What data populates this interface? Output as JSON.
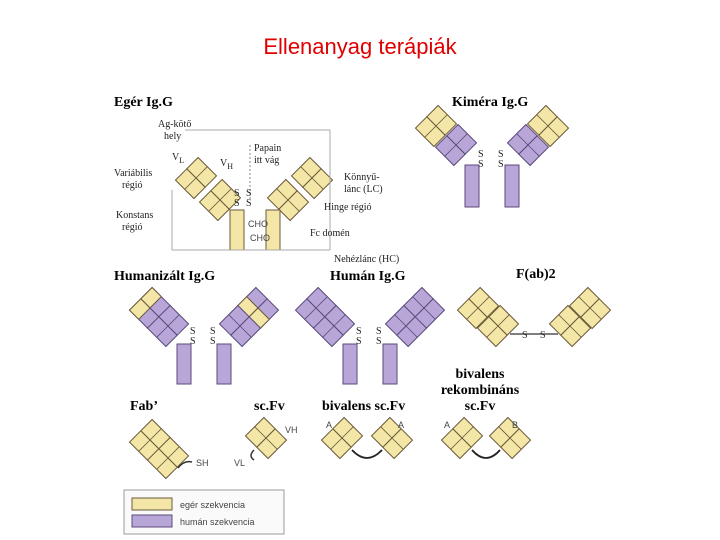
{
  "title": "Ellenanyag terápiák",
  "colors": {
    "mouse": "#f3e6a6",
    "human": "#b8a6d8",
    "stroke": "#6a5a3a",
    "title": "#e00000"
  },
  "sections": {
    "mouse_igg": "Egér Ig.G",
    "chimeric_igg": "Kiméra Ig.G",
    "humanized_igg": "Humanizált Ig.G",
    "human_igg": "Humán Ig.G",
    "fab2": "F(ab)2",
    "fab": "Fab’",
    "scfv": "sc.Fv",
    "bivalent_scfv": "bivalens sc.Fv",
    "bivalent_recombinant_line1": "bivalens",
    "bivalent_recombinant_line2": "rekombináns",
    "bivalent_recombinant_line3": "sc.Fv"
  },
  "annotations": {
    "ag_binding_1": "Ag-kötő",
    "ag_binding_2": "hely",
    "papain_1": "Papain",
    "papain_2": "itt vág",
    "variable_1": "Variábilis",
    "variable_2": "régió",
    "constant_1": "Konstans",
    "constant_2": "régió",
    "light_chain_1": "Könnyű-",
    "light_chain_2": "lánc (LC)",
    "hinge": "Hinge régió",
    "fc": "Fc domén",
    "heavy_chain": "Nehézlánc (HC)",
    "vl": "V",
    "vl_sub": "L",
    "vh": "V",
    "vh_sub": "H",
    "cho1": "CHO",
    "cho2": "CHO",
    "ss": "S",
    "vh_label": "VH",
    "vl_label": "VL",
    "sh": "SH",
    "a": "A",
    "b": "B"
  },
  "legend": {
    "mouse": "egér szekvencia",
    "human": "humán szekvencia"
  }
}
